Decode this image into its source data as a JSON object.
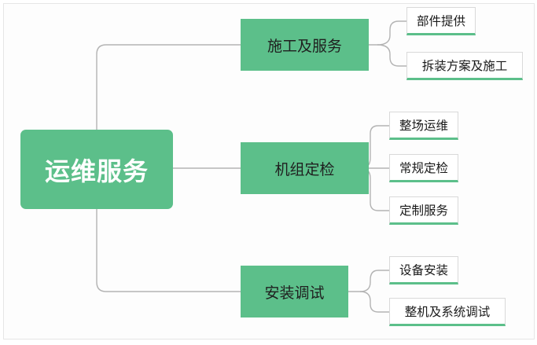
{
  "root": {
    "label": "运维服务"
  },
  "branches": [
    {
      "label": "施工及服务",
      "children": [
        "部件提供",
        "拆装方案及施工"
      ]
    },
    {
      "label": "机组定检",
      "children": [
        "整场运维",
        "常规定检",
        "定制服务"
      ]
    },
    {
      "label": "安装调试",
      "children": [
        "设备安装",
        "整机及系统调试"
      ]
    }
  ],
  "colors": {
    "node_fill": "#5cbf8a",
    "connector": "#b3b3b3",
    "leaf_underline": "#5cbf8a"
  }
}
